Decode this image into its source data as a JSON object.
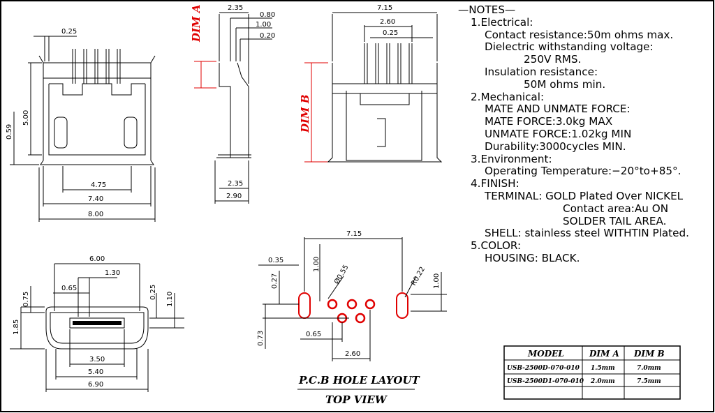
{
  "notes": [
    {
      "text": "—NOTES—",
      "indent": 0
    },
    {
      "text": "1.Electrical:",
      "indent": 1
    },
    {
      "text": "Contact resistance:50m ohms max.",
      "indent": 2
    },
    {
      "text": "Dielectric withstanding voltage:",
      "indent": 2
    },
    {
      "text": "250V RMS.",
      "indent": 3
    },
    {
      "text": "Insulation resistance:",
      "indent": 2
    },
    {
      "text": "50M ohms min.",
      "indent": 3
    },
    {
      "text": "2.Mechanical:",
      "indent": 1
    },
    {
      "text": "MATE AND UNMATE FORCE:",
      "indent": 2
    },
    {
      "text": "MATE FORCE:3.0kg MAX",
      "indent": 2
    },
    {
      "text": "UNMATE FORCE:1.02kg MIN",
      "indent": 2
    },
    {
      "text": "Durability:3000cycles MIN.",
      "indent": 2
    },
    {
      "text": "3.Environment:",
      "indent": 1
    },
    {
      "text": "Operating Temperature:−20°to+85°.",
      "indent": 2
    },
    {
      "text": "4.FINISH:",
      "indent": 1
    },
    {
      "text": "TERMINAL: GOLD Plated Over NICKEL",
      "indent": 2
    },
    {
      "text": "Contact area:Au ON",
      "indent": 4
    },
    {
      "text": "SOLDER TAIL AREA.",
      "indent": 4
    },
    {
      "text": "SHELL: stainless steel WITHTIN Plated.",
      "indent": 2
    },
    {
      "text": "5.COLOR:",
      "indent": 1
    },
    {
      "text": "HOUSING: BLACK.",
      "indent": 2
    }
  ],
  "labels": {
    "dim_a": "DIM A",
    "dim_b": "DIM B",
    "pcb_caption": "P.C.B HOLE LAYOUT",
    "top_caption": "TOP VIEW"
  },
  "dims": {
    "front": {
      "top": "0.25",
      "height": "5.00",
      "height2": "0.59",
      "w1": "4.75",
      "w2": "7.40",
      "w3": "8.00"
    },
    "side": {
      "d1": "2.35",
      "d2": "0.80",
      "d3": "1.00",
      "d4": "0.20",
      "b1": "2.35",
      "b2": "2.90"
    },
    "right": {
      "w": "7.15",
      "w2": "2.60",
      "p": "0.25"
    },
    "bottom": {
      "w1": "6.00",
      "w2": "1.30",
      "w3": "0.65",
      "h1": "0.75",
      "h2": "1.85",
      "r1": "0.25",
      "r2": "1.10",
      "b1": "3.50",
      "b2": "5.40",
      "b3": "6.90"
    },
    "pcb": {
      "w": "7.15",
      "a": "0.35",
      "b": "1.00",
      "c": "0.27",
      "d": "0.73",
      "hole": "Ø0.55",
      "slot": "R0.22",
      "e": "1.00",
      "f": "0.65",
      "g": "2.60"
    }
  },
  "table": {
    "headers": [
      "MODEL",
      "DIM A",
      "DIM B"
    ],
    "rows": [
      [
        "USB-2500D-070-010",
        "1.5mm",
        "7.0mm"
      ],
      [
        "USB-2500D1-070-010",
        "2.0mm",
        "7.5mm"
      ]
    ]
  },
  "colors": {
    "accent": "#e00000",
    "ink": "#000000"
  }
}
